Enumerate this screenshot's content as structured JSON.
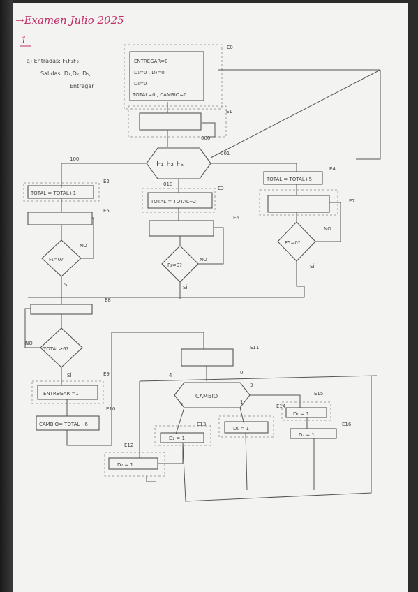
{
  "header": {
    "title": "→Examen Julio 2025",
    "section": "1"
  },
  "intro": {
    "a_entradas": "a) Entradas: F₁F₂F₅",
    "salidas": "Salidas: D₁,D₂, D₅,",
    "entregar": "Entregar"
  },
  "states": {
    "e0": "E0",
    "e1": "E1",
    "e2": "E2",
    "e3": "E3",
    "e4": "E4",
    "e5": "E5",
    "e6": "E6",
    "e7": "E7",
    "e8": "E8",
    "e9": "E9",
    "e10": "E10",
    "e11": "E11",
    "e12": "E12",
    "e13": "E13",
    "e14": "E14",
    "e15": "E15",
    "e16": "E16"
  },
  "init_box": {
    "l1": "ENTREGAR=0",
    "l2": "D₁=0 , D₂=0",
    "l3": "D₅=0",
    "l4": "TOTAL=0 , CAMBIO=0"
  },
  "decisions": {
    "fff": "F₁ F₂ F₅",
    "f1": "F₁=0?",
    "f2": "F₂=0?",
    "f5": "F5=0?",
    "total": "TOTAL≥6?",
    "cambio": "CAMBIO"
  },
  "actions": {
    "t1": "TOTAL = TOTAL+1",
    "t2": "TOTAL = TOTAL+2",
    "t5": "TOTAL = TOTAL+5",
    "entregar": "ENTREGAR =1",
    "cambio": "CAMBIO= TOTAL - 6",
    "d2_a": "D₂ = 1",
    "d2_b": "D₂ = 1",
    "d1_a": "D₁ = 1",
    "d1_b": "D₁ = 1",
    "d2_c": "D₂ = 1"
  },
  "edge_labels": {
    "e000": "000",
    "e100": "100",
    "e010": "010",
    "e001": "001",
    "no1": "NO",
    "no2": "NO",
    "no3": "NO",
    "no4": "NO",
    "si1": "SÍ",
    "si2": "SÍ",
    "si3": "SÍ",
    "si4": "SÍ",
    "c4": "4",
    "c0": "0",
    "c3": "3",
    "c2": "2",
    "c1": "1"
  },
  "colors": {
    "title": "#c0306a",
    "ink": "#555555",
    "paper": "#f3f3f1"
  }
}
